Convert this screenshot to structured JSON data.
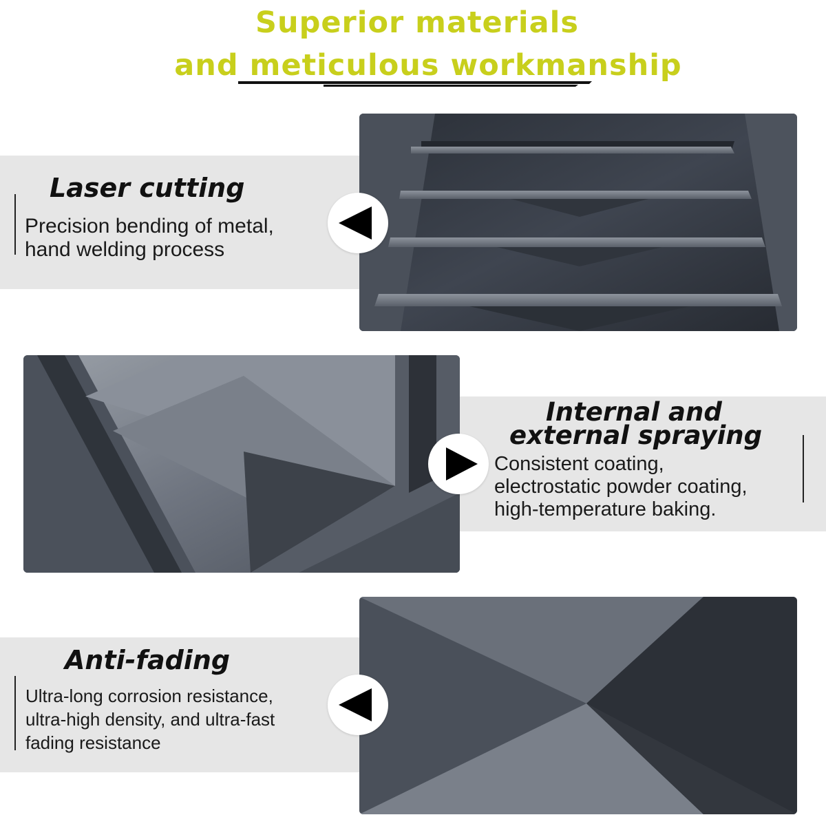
{
  "header": {
    "line1": "Superior materials",
    "line2": "and meticulous workmanship"
  },
  "features": [
    {
      "title": "Laser cutting",
      "description": "Precision bending of metal,\nhand welding process"
    },
    {
      "title_line1": "Internal and",
      "title_line2": "external spraying",
      "description": "Consistent coating,\nelectrostatic powder coating,\nhigh-temperature baking."
    },
    {
      "title": "Anti-fading",
      "description": "Ultra-long corrosion resistance,\nultra-high density, and ultra-fast\nfading resistance"
    }
  ],
  "icons": [
    "arrow-left-icon",
    "arrow-right-icon",
    "arrow-left-icon"
  ],
  "colors": {
    "accent": "#c8cf1c",
    "band": "#e6e6e6",
    "metal": "#3c424c"
  }
}
